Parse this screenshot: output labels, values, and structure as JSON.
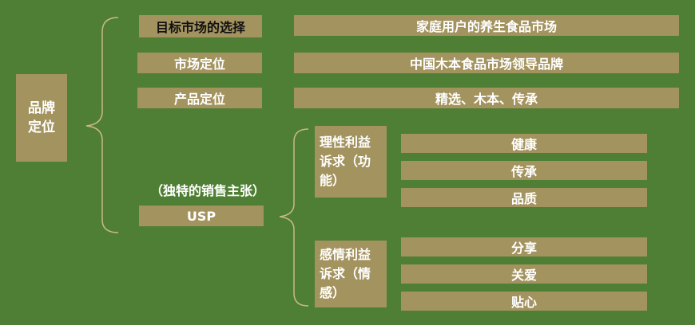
{
  "root": {
    "label": "品牌\n定位"
  },
  "rows": [
    {
      "label": "目标市场的选择",
      "value": "家庭用户的养生食品市场"
    },
    {
      "label": "市场定位",
      "value": "中国木本食品市场领导品牌"
    },
    {
      "label": "产品定位",
      "value": "精选、木本、传承"
    }
  ],
  "usp": {
    "note": "（独特的销售主张）",
    "label": "USP"
  },
  "rational": {
    "label": "理性利益诉求（功能）",
    "items": [
      "健康",
      "传承",
      "品质"
    ]
  },
  "emotional": {
    "label": "感情利益诉求（情感）",
    "items": [
      "分享",
      "关爱",
      "贴心"
    ]
  },
  "colors": {
    "background": "#4f7f34",
    "box": "#a3935f",
    "bracket": "#c8b98a"
  }
}
